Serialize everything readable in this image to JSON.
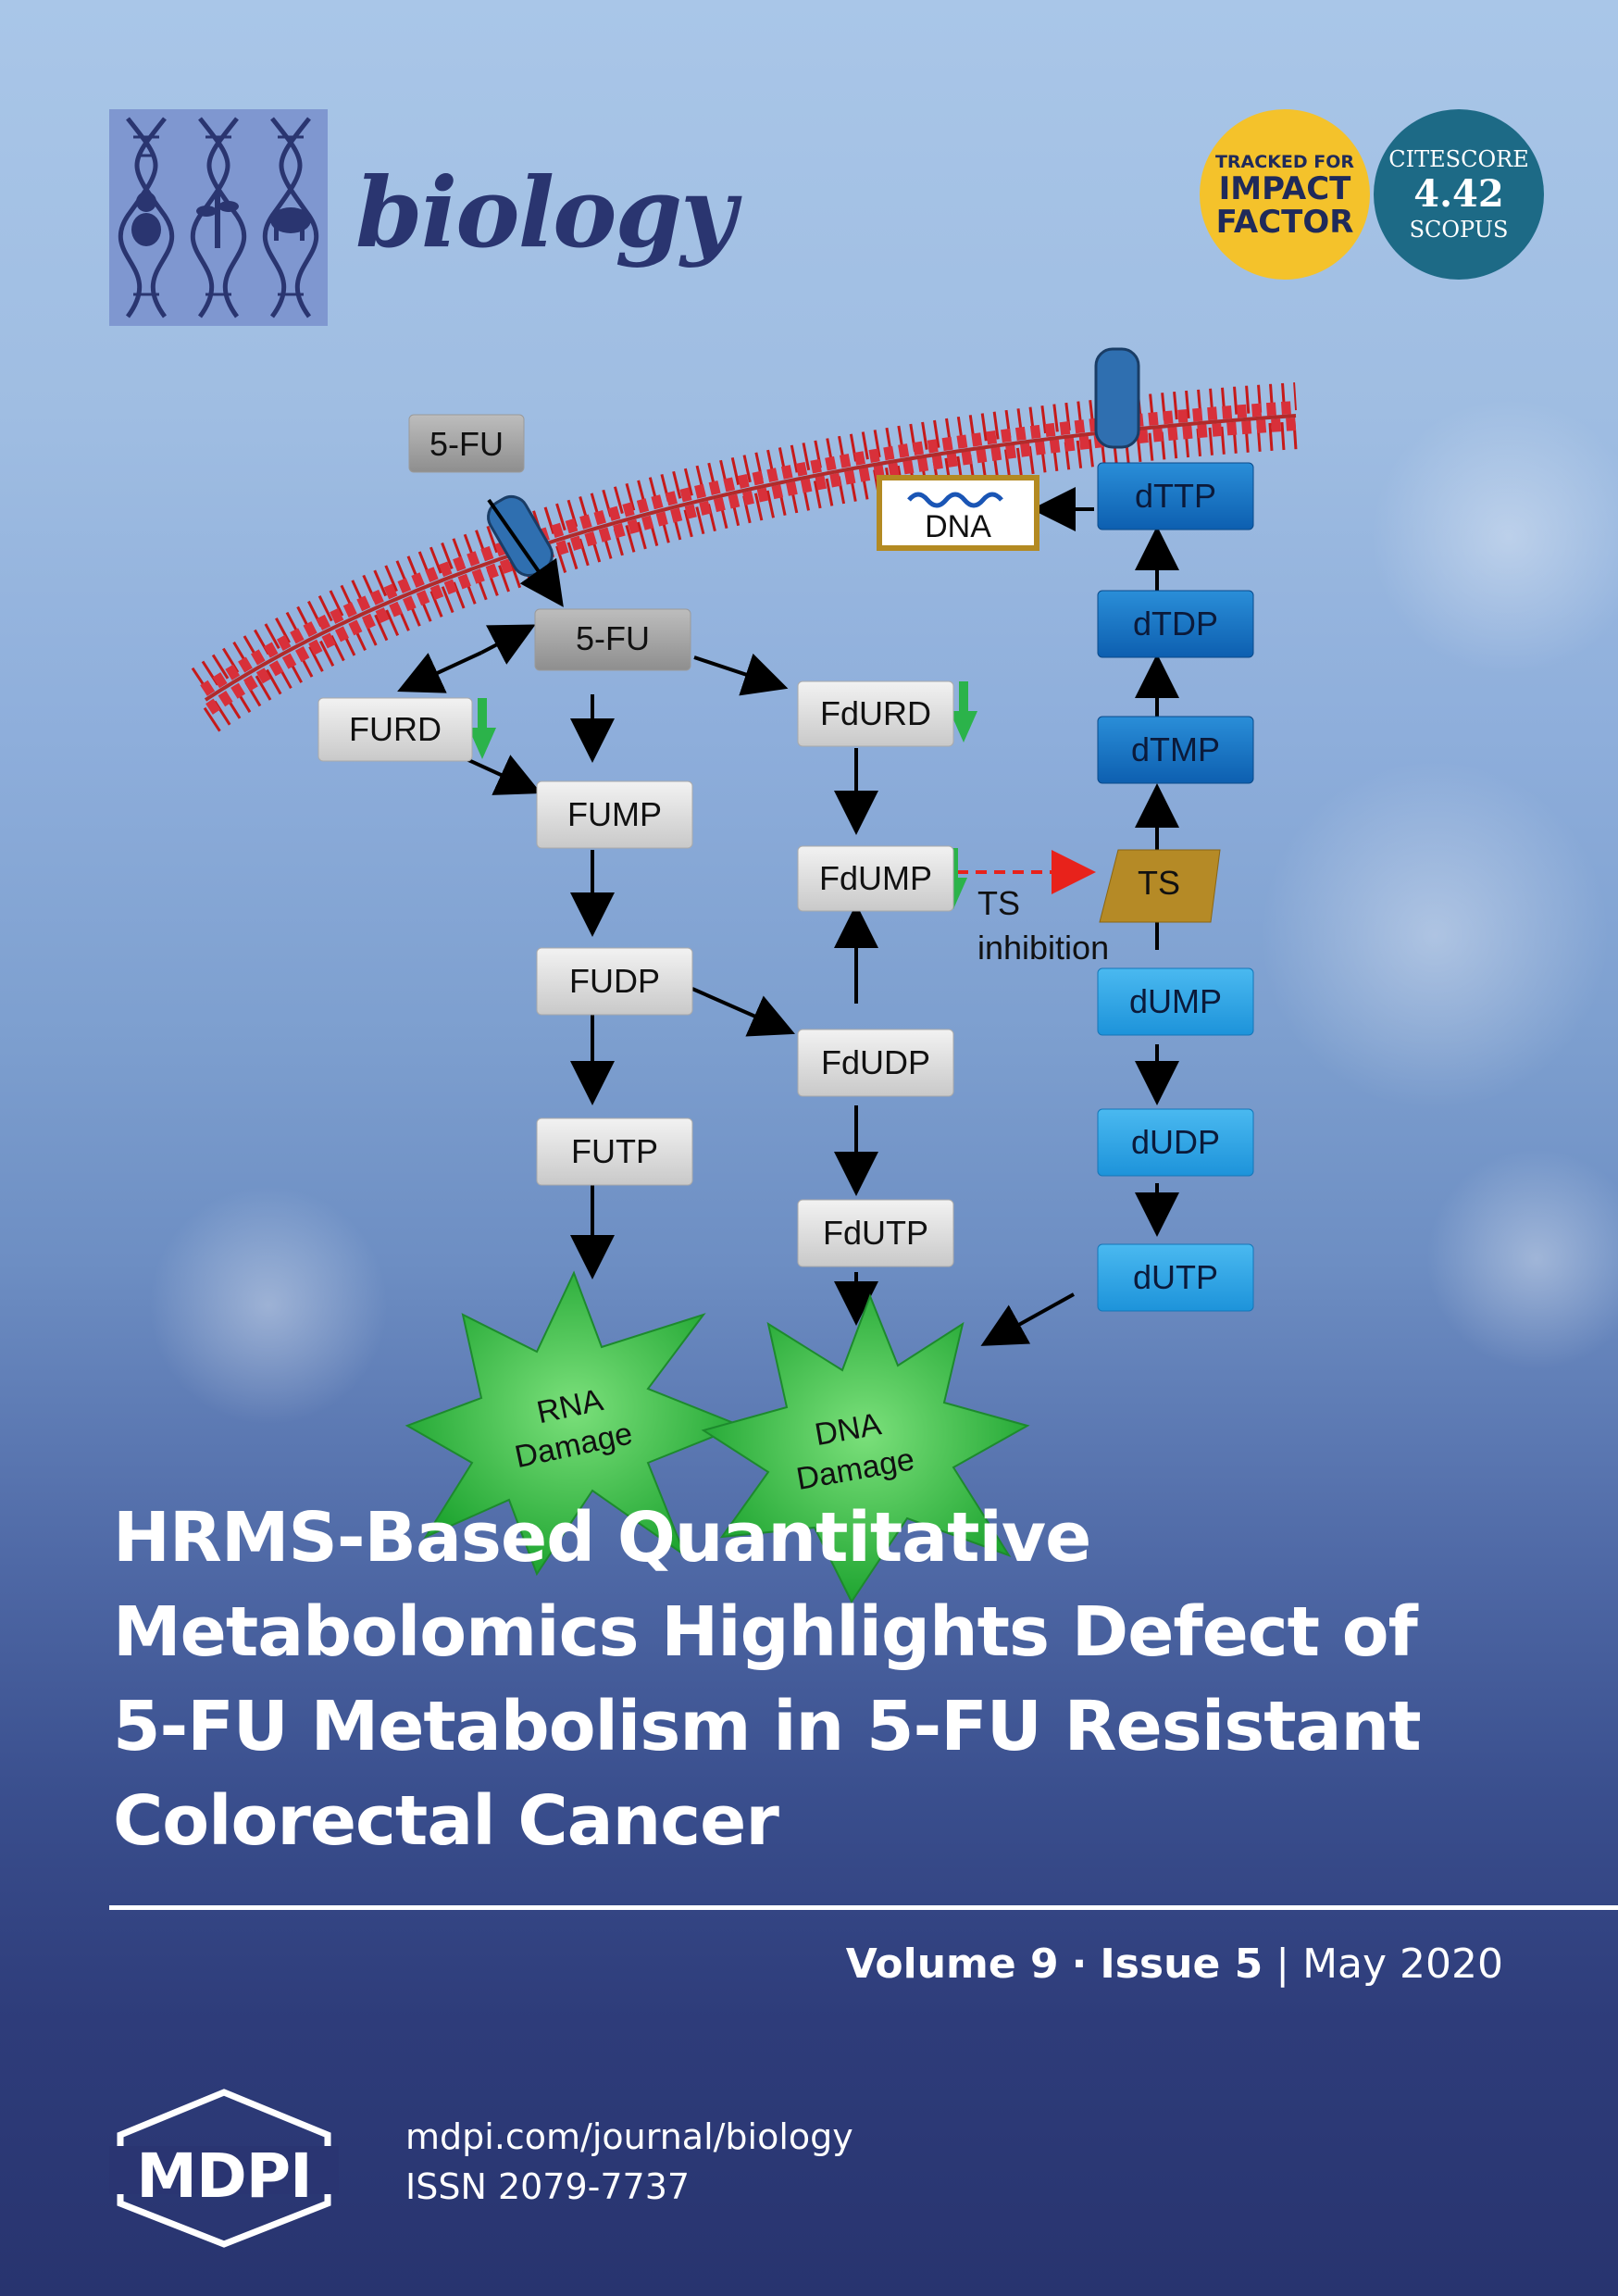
{
  "journal": {
    "name": "biology"
  },
  "badges": {
    "impact": {
      "line1": "TRACKED FOR",
      "line2": "IMPACT",
      "line3": "FACTOR"
    },
    "citescore": {
      "label": "CITESCORE",
      "value": "4.42",
      "source": "SCOPUS"
    }
  },
  "diagram": {
    "nodes": {
      "fu_out": "5-FU",
      "fu_in": "5-FU",
      "furd": "FURD",
      "fump": "FUMP",
      "fudp": "FUDP",
      "futp": "FUTP",
      "fdurd": "FdURD",
      "fdump": "FdUMP",
      "fdudp": "FdUDP",
      "fdutp": "FdUTP",
      "dttp": "dTTP",
      "dtdp": "dTDP",
      "dtmp": "dTMP",
      "ts": "TS",
      "dump": "dUMP",
      "dudp": "dUDP",
      "dutp": "dUTP",
      "dna": "DNA"
    },
    "ts_inhibition": [
      "TS",
      "inhibition"
    ],
    "damage": [
      {
        "line1": "RNA",
        "line2": "Damage"
      },
      {
        "line1": "DNA",
        "line2": "Damage"
      }
    ]
  },
  "article": {
    "title_lines": [
      "HRMS-Based Quantitative",
      "Metabolomics Highlights Defect of",
      "5-FU Metabolism in 5-FU Resistant",
      "Colorectal Cancer"
    ]
  },
  "issue": {
    "volume": "Volume 9",
    "separator": "·",
    "issue": "Issue 5",
    "bar": "|",
    "date": "May 2020"
  },
  "publisher": {
    "logo": "MDPI",
    "url": "mdpi.com/journal/biology",
    "issn": "ISSN 2079-7737"
  }
}
